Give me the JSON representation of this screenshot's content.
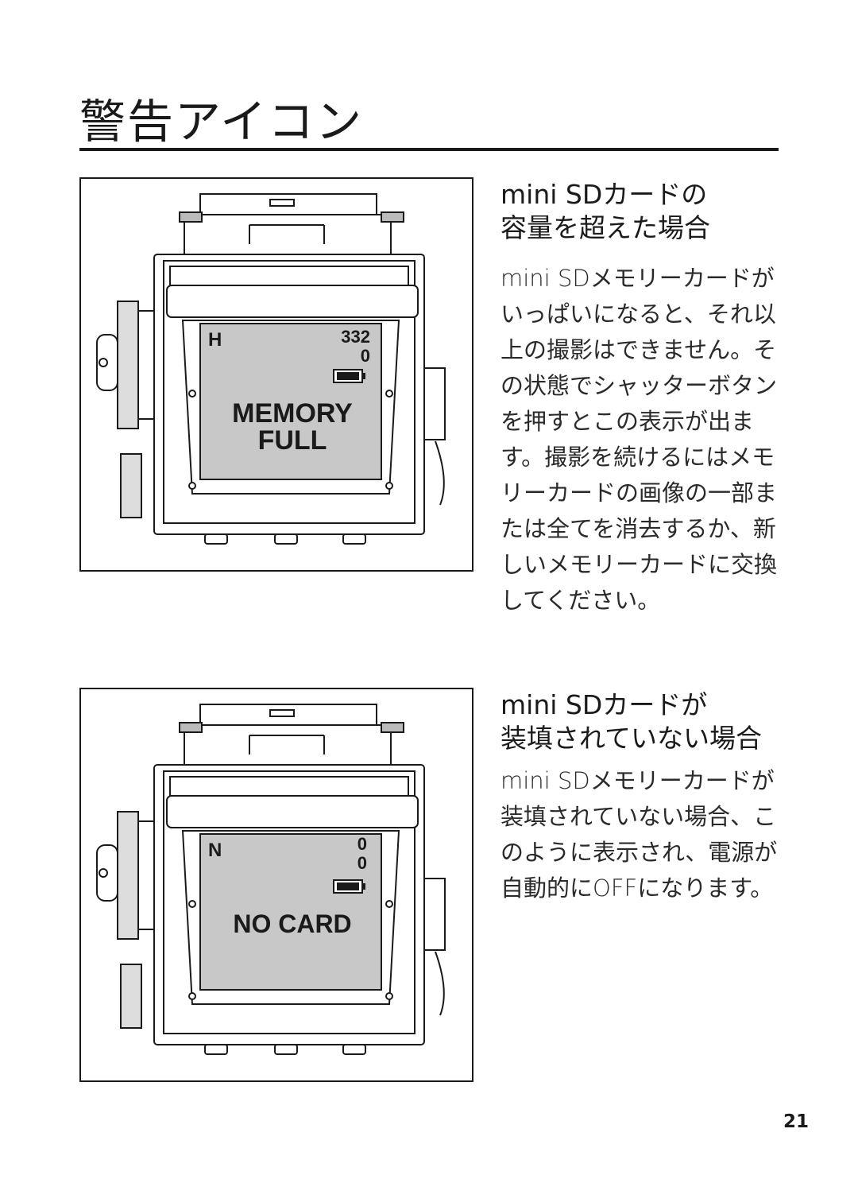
{
  "page": {
    "title": "警告アイコン",
    "page_number": "21"
  },
  "sections": [
    {
      "heading_line1": "mini SDカードの",
      "heading_line2": "容量を超えた場合",
      "body": "mini SDメモリーカードがいっぱいになると、それ以上の撮影はできません。その状態でシャッターボタンを押すとこの表示が出ます。撮影を続けるにはメモリーカードの画像の一部または全てを消去するか、新しいメモリーカードに交換してください。",
      "lcd": {
        "mode": "H",
        "count_top": "332",
        "count_bottom": "0",
        "message_line1": "MEMORY",
        "message_line2": "FULL",
        "battery_icon": "battery-icon"
      }
    },
    {
      "heading_line1": "mini SDカードが",
      "heading_line2": "装填されていない場合",
      "body": "mini SDメモリーカードが装填されていない場合、このように表示され、電源が自動的にOFFになります。",
      "lcd": {
        "mode": "N",
        "count_top": "0",
        "count_bottom": "0",
        "message_line1": "NO CARD",
        "message_line2": "",
        "battery_icon": "battery-icon"
      }
    }
  ]
}
